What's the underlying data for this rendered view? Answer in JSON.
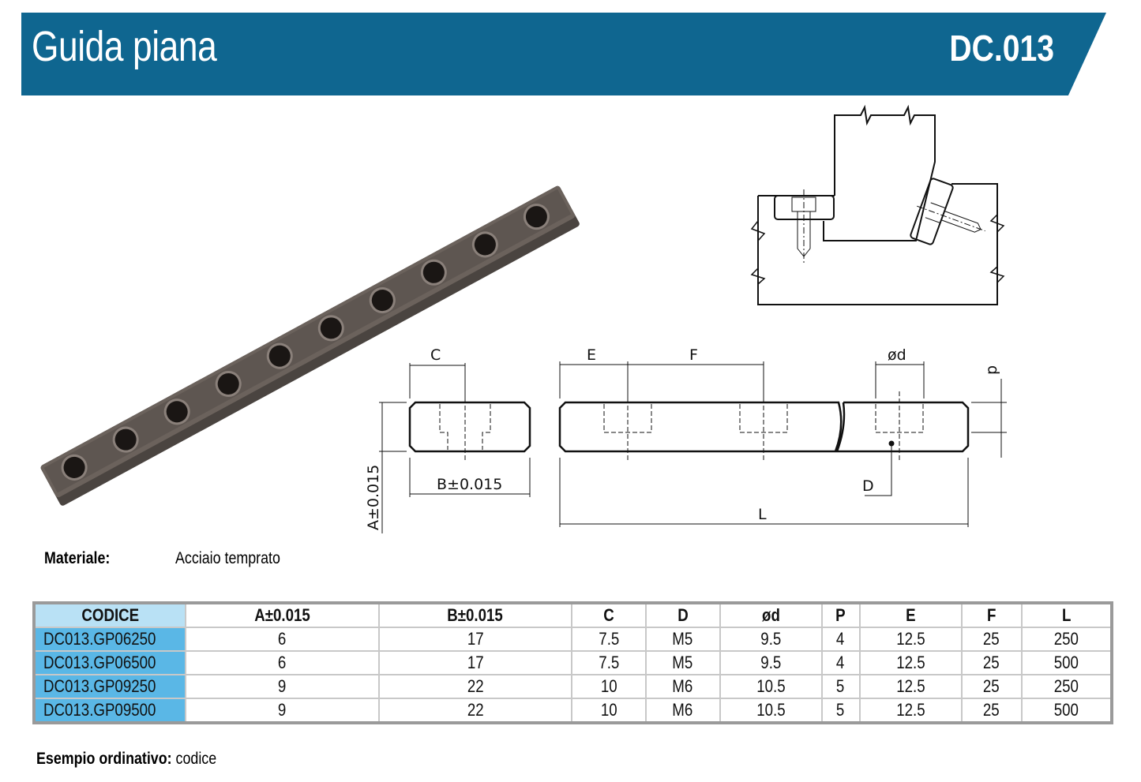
{
  "header": {
    "title": "Guida piana",
    "code": "DC.013",
    "color": "#0f6690"
  },
  "drawing": {
    "labels": {
      "C": "C",
      "B": "B±0.015",
      "A": "A±0.015",
      "E": "E",
      "F": "F",
      "d": "ød",
      "p": "p",
      "D": "D",
      "L": "L"
    }
  },
  "material": {
    "label": "Materiale:",
    "value": "Acciaio temprato"
  },
  "table": {
    "headers": [
      "CODICE",
      "A±0.015",
      "B±0.015",
      "C",
      "D",
      "ød",
      "P",
      "E",
      "F",
      "L"
    ],
    "rows": [
      [
        "DC013.GP06250",
        "6",
        "17",
        "7.5",
        "M5",
        "9.5",
        "4",
        "12.5",
        "25",
        "250"
      ],
      [
        "DC013.GP06500",
        "6",
        "17",
        "7.5",
        "M5",
        "9.5",
        "4",
        "12.5",
        "25",
        "500"
      ],
      [
        "DC013.GP09250",
        "9",
        "22",
        "10",
        "M6",
        "10.5",
        "5",
        "12.5",
        "25",
        "250"
      ],
      [
        "DC013.GP09500",
        "9",
        "22",
        "10",
        "M6",
        "10.5",
        "5",
        "12.5",
        "25",
        "500"
      ]
    ]
  },
  "order_example": {
    "label": "Esempio ordinativo:",
    "value": "codice"
  }
}
